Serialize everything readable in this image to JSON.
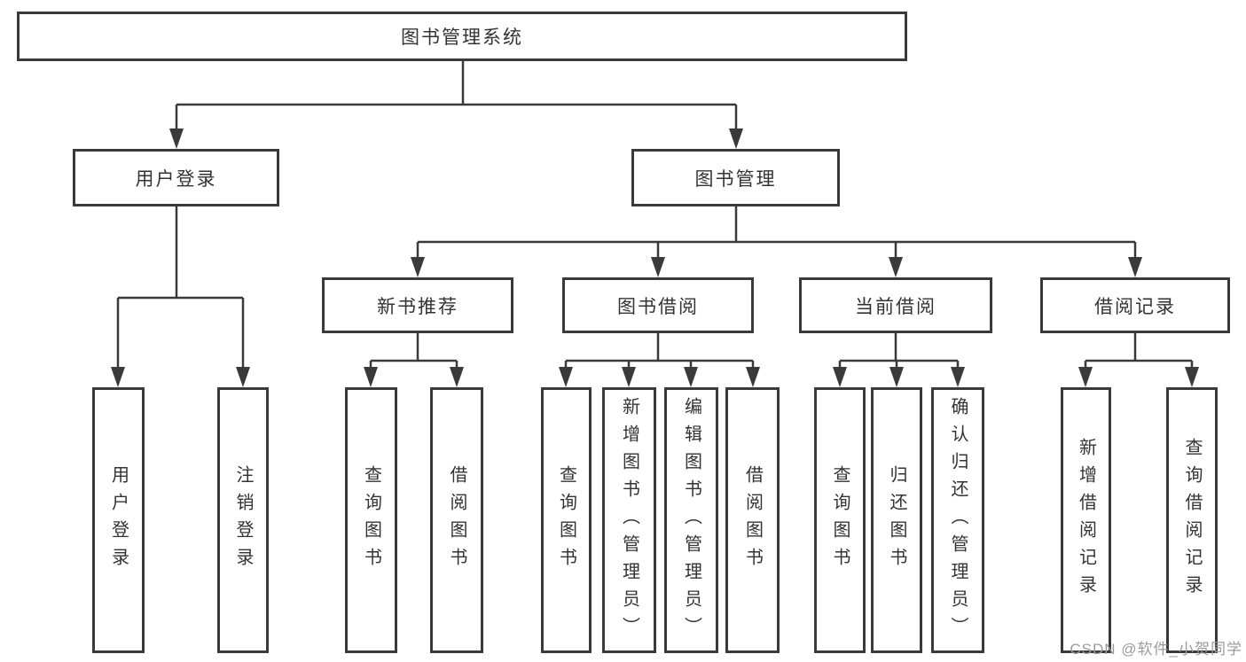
{
  "page": {
    "background": "#ffffff"
  },
  "tree": {
    "root": {
      "label": "图书管理系统"
    },
    "branches": [
      {
        "label": "用户登录",
        "leaves": [
          {
            "label": "用户登录"
          },
          {
            "label": "注销登录"
          }
        ]
      },
      {
        "label": "图书管理",
        "groups": [
          {
            "label": "新书推荐",
            "leaves": [
              {
                "label": "查询图书"
              },
              {
                "label": "借阅图书"
              }
            ]
          },
          {
            "label": "图书借阅",
            "leaves": [
              {
                "label": "查询图书"
              },
              {
                "label": "新增图书（管理员）"
              },
              {
                "label": "编辑图书（管理员）"
              },
              {
                "label": "借阅图书"
              }
            ]
          },
          {
            "label": "当前借阅",
            "leaves": [
              {
                "label": "查询图书"
              },
              {
                "label": "归还图书"
              },
              {
                "label": "确认归还（管理员）"
              }
            ]
          },
          {
            "label": "借阅记录",
            "leaves": [
              {
                "label": "新增借阅记录"
              },
              {
                "label": "查询借阅记录"
              }
            ]
          }
        ]
      }
    ]
  },
  "watermark": {
    "text": "CSDN @软件_小贺同学",
    "color": "#9b9b9b"
  },
  "colors": {
    "line": "#3a3a3a",
    "box_border": "#3a3a3a",
    "text": "#333333"
  }
}
